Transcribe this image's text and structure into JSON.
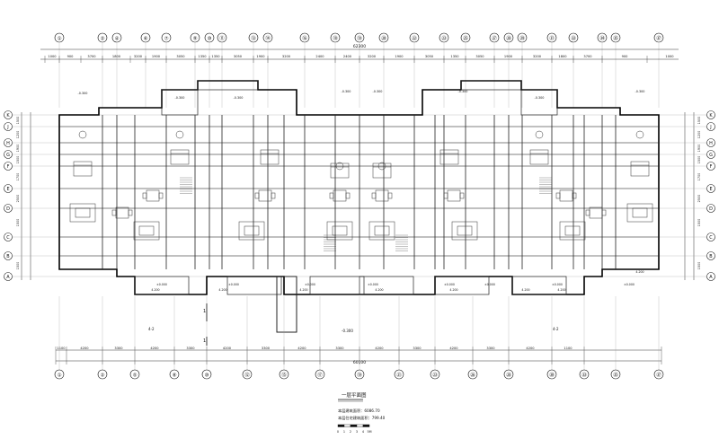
{
  "grid_top": [
    "①",
    "②",
    "④",
    "⑥",
    "⑦",
    "⑨",
    "⑩",
    "⑪",
    "⑬",
    "⑭",
    "⑯",
    "⑱",
    "⑲",
    "⑳",
    "㉒",
    "㉓",
    "㉕",
    "㉗",
    "㉘",
    "㉙",
    "㉛",
    "㉝",
    "㉞",
    "㉟",
    "㊲"
  ],
  "grid_bottom": [
    "①",
    "②",
    "⑤",
    "⑧",
    "⑩",
    "⑫",
    "⑮",
    "⑰",
    "⑲",
    "㉑",
    "㉓",
    "㉖",
    "㉘",
    "㉚",
    "㉝",
    "㉟",
    "㊲"
  ],
  "grid_left": [
    "K",
    "J",
    "H",
    "G",
    "F",
    "E",
    "D",
    "C",
    "B",
    "A"
  ],
  "grid_right": [
    "K",
    "J",
    "H",
    "G",
    "F",
    "E",
    "D",
    "C",
    "B",
    "A"
  ],
  "top_total": "62300",
  "top_dims": [
    "1000",
    "900",
    "3700",
    "1800",
    "3200",
    "1900",
    "3050",
    "1350",
    "1350",
    "3050",
    "1900",
    "3200",
    "2400",
    "2400",
    "3200",
    "1900",
    "3050",
    "1350",
    "3050",
    "1900",
    "3200",
    "1800",
    "3700",
    "900",
    "1000"
  ],
  "bottom_total": "60100",
  "bottom_dims": [
    "1100",
    "4200",
    "3300",
    "4200",
    "3300",
    "4200",
    "3300",
    "4200",
    "3300",
    "4200",
    "3300",
    "4200",
    "3300",
    "4200",
    "1100"
  ],
  "left_dims": [
    "1500",
    "1200",
    "1900",
    "1500",
    "1700",
    "2500",
    "1500",
    "1500"
  ],
  "right_dims": [
    "1500",
    "1200",
    "1900",
    "1500",
    "1700",
    "2500",
    "1500",
    "1500"
  ],
  "elevations": [
    "-0.300",
    "-0.300",
    "-0.300",
    "-0.300",
    "-0.300",
    "-0.300",
    "-0.300",
    "-0.300"
  ],
  "floor_elev": [
    "±0.000",
    "±0.000",
    "±0.000",
    "±0.000",
    "±0.000",
    "±0.000",
    "±0.000",
    "±0.000"
  ],
  "balcony_dims": [
    "4.200",
    "4.200",
    "4.200",
    "4.200",
    "4.200",
    "4.200",
    "4.200",
    "4.200"
  ],
  "section_mark": "1",
  "section_labels": [
    "4-2",
    "4-2"
  ],
  "ground_elev": "-0.300",
  "drawing_title": "一层平面图",
  "notes": [
    "本层建筑面积：6086.70",
    "本层住宅建筑面积：799.40"
  ],
  "scale_labels": [
    "0",
    "1",
    "2",
    "3",
    "4",
    "5M"
  ]
}
